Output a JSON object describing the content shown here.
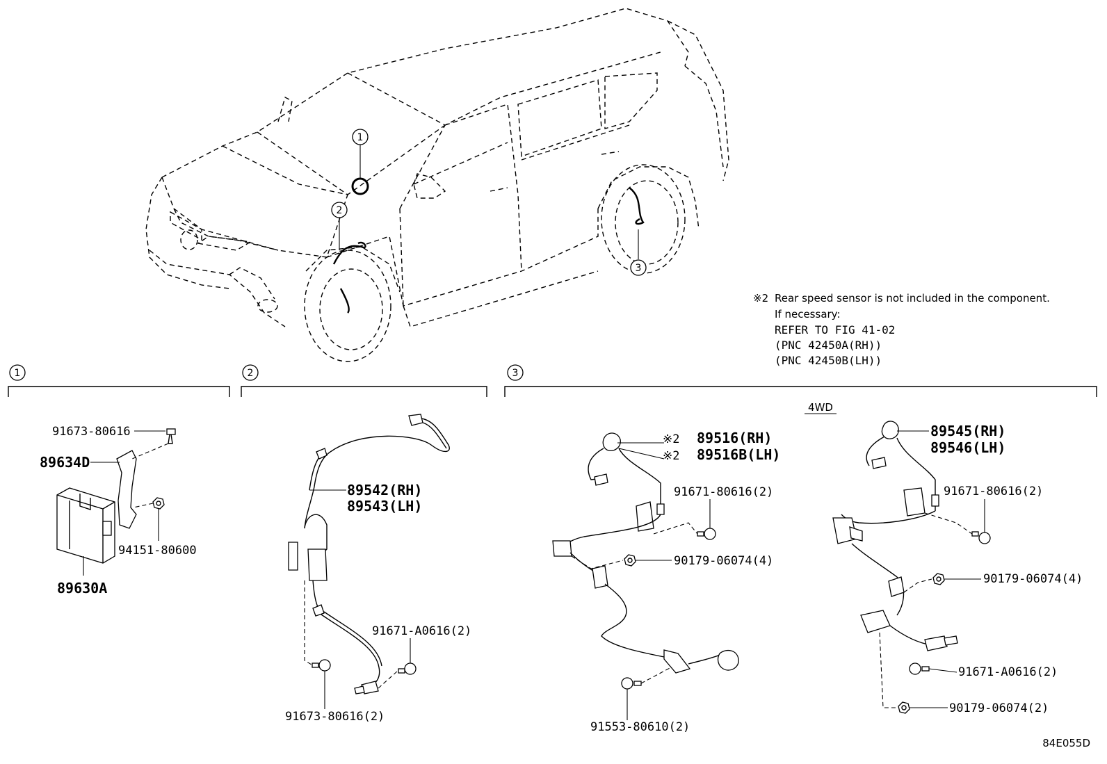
{
  "callouts": {
    "c1": "1",
    "c2": "2",
    "c3": "3"
  },
  "note": {
    "mark": "※2",
    "line1": "Rear speed sensor is not included in the component.",
    "line2": "If necessary:",
    "line3": "REFER TO FIG 41-02",
    "line4": "(PNC 42450A(RH))",
    "line5": "(PNC 42450B(LH))"
  },
  "section1": {
    "header": "1",
    "parts": {
      "p_91673_80616": "91673-80616",
      "p_89634D": "89634D",
      "p_94151_80600": "94151-80600",
      "p_89630A": "89630A"
    }
  },
  "section2": {
    "header": "2",
    "parts": {
      "p_89542": "89542(RH)",
      "p_89543": "89543(LH)",
      "p_91671_A0616": "91671-A0616(2)",
      "p_91673_80616": "91673-80616(2)"
    }
  },
  "section3": {
    "header": "3",
    "label_4wd": "4WD",
    "parts": {
      "p_89516_mark": "※2",
      "p_89516": "89516(RH)",
      "p_89516B_mark": "※2",
      "p_89516B": "89516B(LH)",
      "p_91671_80616_a": "91671-80616(2)",
      "p_90179_06074_a": "90179-06074(4)",
      "p_91553_80610": "91553-80610(2)",
      "p_89545": "89545(RH)",
      "p_89546": "89546(LH)",
      "p_91671_80616_b": "91671-80616(2)",
      "p_90179_06074_b": "90179-06074(4)",
      "p_91671_A0616": "91671-A0616(2)",
      "p_90179_06074_c": "90179-06074(2)"
    }
  },
  "figure_code": "84E055D"
}
